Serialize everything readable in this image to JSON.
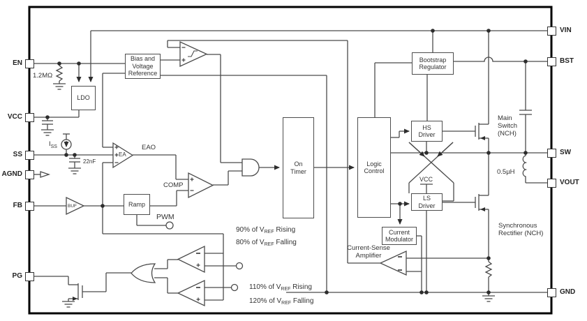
{
  "pins": {
    "left": [
      {
        "label": "EN"
      },
      {
        "label": "VCC"
      },
      {
        "label": "SS"
      },
      {
        "label": "AGND"
      },
      {
        "label": "FB"
      },
      {
        "label": "PG"
      }
    ],
    "right": [
      {
        "label": "VIN"
      },
      {
        "label": "BST"
      },
      {
        "label": "SW"
      },
      {
        "label": "VOUT"
      },
      {
        "label": "GND"
      }
    ]
  },
  "blocks": {
    "bias": "Bias and\nVoltage\nReference",
    "ldo": "LDO",
    "ramp": "Ramp",
    "on_timer": "On\nTimer",
    "logic": "Logic\nControl",
    "bootstrap": "Bootstrap\nRegulator",
    "hs_driver": "HS\nDriver",
    "ls_driver": "LS\nDriver",
    "current_modulator": "Current\nModulator"
  },
  "labels": {
    "en_resistor": "1.2MΩ",
    "iss": {
      "pre": "I",
      "sub": "SS"
    },
    "ss_cap": "22nF",
    "ea": "EA",
    "eao": "EAO",
    "comp": "COMP",
    "pwm": "PWM",
    "buf": "BUF",
    "vcc_supply": "VCC",
    "main_switch": "Main\nSwitch\n(NCH)",
    "sync_rectifier": "Synchronous\nRectifier (NCH)",
    "inductor": "0.5µH",
    "cs_amp": "Current-Sense\nAmplifier"
  },
  "thresholds": [
    {
      "pre": "90% of V",
      "sub": "REF",
      "post": " Rising"
    },
    {
      "pre": "80% of V",
      "sub": "REF",
      "post": " Falling"
    },
    {
      "pre": "110% of V",
      "sub": "REF",
      "post": " Rising"
    },
    {
      "pre": "120% of V",
      "sub": "REF",
      "post": " Falling"
    }
  ],
  "colors": {
    "wire": "#4a4a4a",
    "border": "#000000",
    "box_border": "#4d4d4d",
    "text": "#2d2d2d"
  }
}
